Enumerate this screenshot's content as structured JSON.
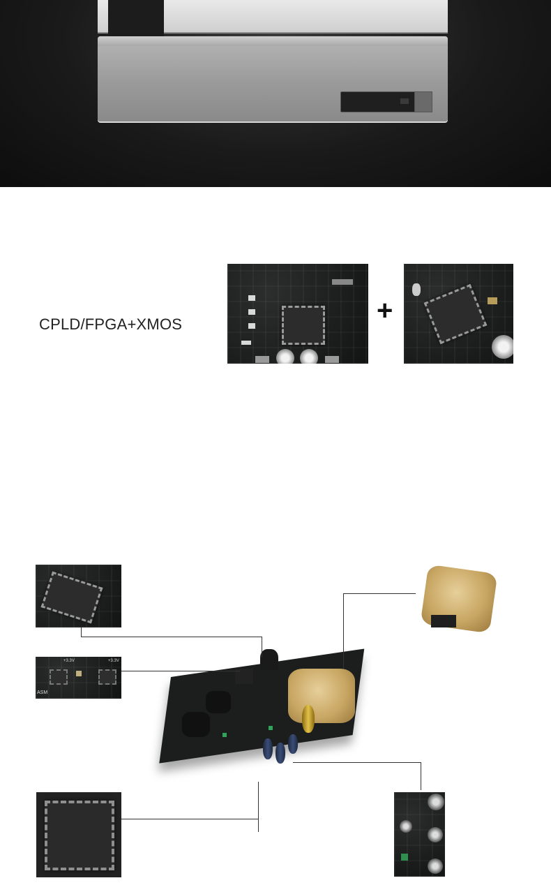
{
  "processor_section": {
    "label": "CPLD/FPGA+XMOS",
    "plus_sign": "+"
  },
  "images": {
    "hero": "device-front-photo",
    "chip_a": "cpld-fpga-chip-photo",
    "chip_b": "xmos-chip-photo",
    "board": "main-circuit-board-photo",
    "callout_tl": "qfp-chip-closeup",
    "callout_ml": "regulator-closeup",
    "callout_bl": "large-qfp-chip-closeup",
    "callout_tr": "transformer-closeup",
    "callout_br": "capacitor-closeup"
  },
  "board_markings": {
    "rail_a": "+3.3V",
    "rail_b": "+3.3V",
    "code": "ASM"
  }
}
